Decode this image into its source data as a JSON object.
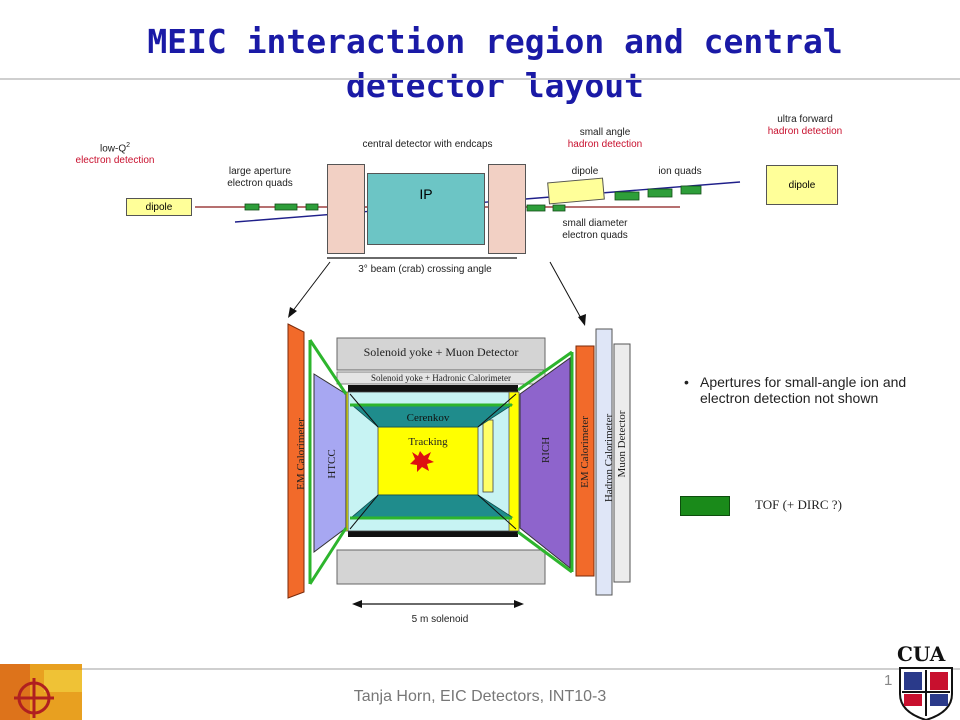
{
  "title": "MEIC interaction region and central detector layout",
  "labels": {
    "lowq_a": "low-Q",
    "lowq_sup": "2",
    "lowq_b": "electron detection",
    "large_aperture_1": "large aperture",
    "large_aperture_2": "electron quads",
    "central_detector": "central detector with endcaps",
    "ip": "IP",
    "small_angle_1": "small angle",
    "small_angle_2": "hadron detection",
    "ultra_forward_1": "ultra forward",
    "ultra_forward_2": "hadron detection",
    "dipole_small": "dipole",
    "ion_quads": "ion quads",
    "dipole_left": "dipole",
    "dipole_right": "dipole",
    "small_diameter_1": "small diameter",
    "small_diameter_2": "electron quads",
    "crossing_angle": "3° beam (crab) crossing angle",
    "solenoid_yoke_muon": "Solenoid yoke + Muon Detector",
    "solenoid_yoke_hadronic": "Solenoid yoke + Hadronic Calorimeter",
    "cerenkov": "Cerenkov",
    "tracking": "Tracking",
    "em_cal_left": "EM Calorimeter",
    "htcc": "HTCC",
    "rich": "RICH",
    "em_cal_right": "EM Calorimeter",
    "hadron_cal": "Hadron Calorimeter",
    "muon_detector": "Muon Detector",
    "solenoid_length": "5 m solenoid"
  },
  "bullet": "Apertures for small-angle ion and electron detection not shown",
  "legend": {
    "tof": "TOF  (+ DIRC ?)"
  },
  "footer": "Tanja Horn, EIC Detectors, INT10-3",
  "page_number": "1",
  "logo": {
    "cua": "CUA"
  },
  "colors": {
    "title_blue": "#1a1aa6",
    "red_label": "#c8102e",
    "ip_teal": "#6cc5c5",
    "endcap_pink": "#f2d0c4",
    "dipole_yellow": "#ffff99",
    "quad_green": "#2e9e3a",
    "em_orange": "#f26a2a",
    "htcc_blue": "#a7a7f2",
    "rich_purple": "#8e64cc",
    "tracking_yellow": "#ffff00",
    "cerenkov_teal": "#1f8c8c",
    "gray": "#d4d4d4"
  }
}
